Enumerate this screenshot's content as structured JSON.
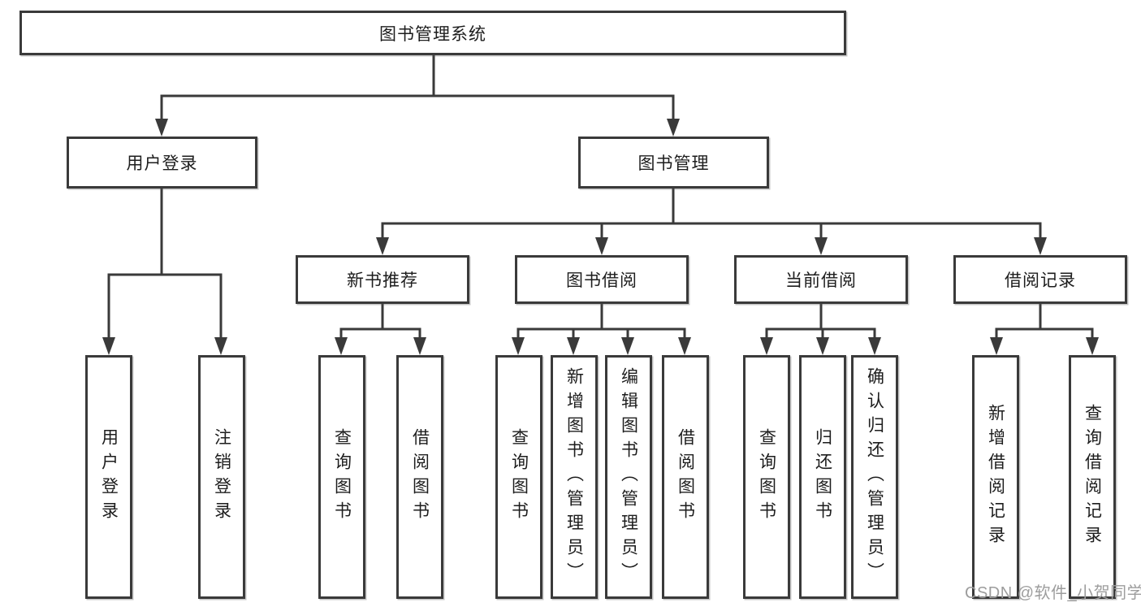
{
  "diagram": {
    "root": "图书管理系统",
    "level2": {
      "user_login": "用户登录",
      "book_mgmt": "图书管理"
    },
    "level3": {
      "new_book_rec": "新书推荐",
      "book_borrow": "图书借阅",
      "current_borrow": "当前借阅",
      "borrow_records": "借阅记录"
    },
    "leaves": {
      "ul_1": "用户登录",
      "ul_2": "注销登录",
      "rec_1": "查询图书",
      "rec_2": "借阅图书",
      "bb_1": "查询图书",
      "bb_2": "新增图书（管理员）",
      "bb_3": "编辑图书（管理员）",
      "bb_4": "借阅图书",
      "cb_1": "查询图书",
      "cb_2": "归还图书",
      "cb_3": "确认归还（管理员）",
      "br_1": "新增借阅记录",
      "br_2": "查询借阅记录"
    },
    "hierarchy": [
      {
        "parent": "图书管理系统",
        "children": [
          "用户登录",
          "图书管理"
        ]
      },
      {
        "parent": "用户登录",
        "children": [
          "用户登录",
          "注销登录"
        ]
      },
      {
        "parent": "图书管理",
        "children": [
          "新书推荐",
          "图书借阅",
          "当前借阅",
          "借阅记录"
        ]
      },
      {
        "parent": "新书推荐",
        "children": [
          "查询图书",
          "借阅图书"
        ]
      },
      {
        "parent": "图书借阅",
        "children": [
          "查询图书",
          "新增图书（管理员）",
          "编辑图书（管理员）",
          "借阅图书"
        ]
      },
      {
        "parent": "当前借阅",
        "children": [
          "查询图书",
          "归还图书",
          "确认归还（管理员）"
        ]
      },
      {
        "parent": "借阅记录",
        "children": [
          "新增借阅记录",
          "查询借阅记录"
        ]
      }
    ]
  },
  "watermark": {
    "text": "CSDN @软件_小贺同学"
  },
  "colors": {
    "line": "#3a3a3a",
    "box_border": "#3a3a3a",
    "text": "#1d1d1d",
    "watermark": "#9d9d9d",
    "background": "#ffffff"
  }
}
